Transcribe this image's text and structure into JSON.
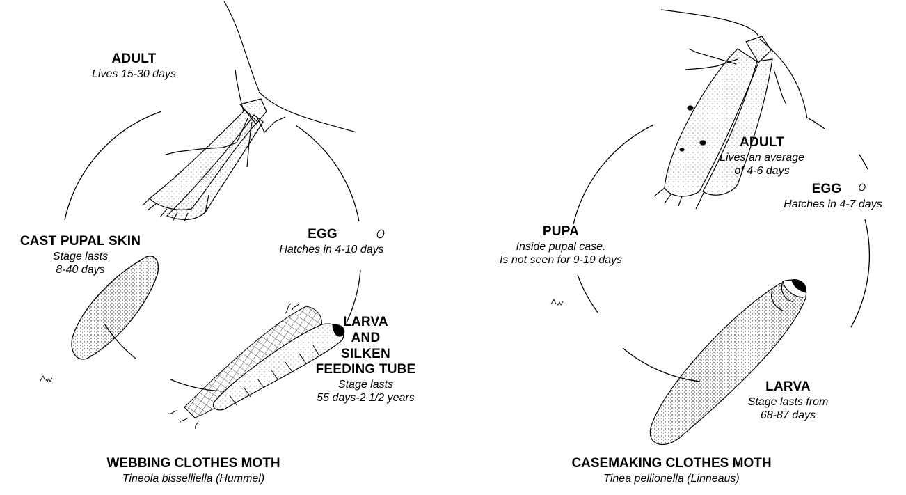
{
  "webbing": {
    "adult": {
      "title": "ADULT",
      "sub": "Lives 15-30 days"
    },
    "egg": {
      "title": "EGG",
      "sub": "Hatches in 4-10 days"
    },
    "larva": {
      "title1": "LARVA",
      "title2": "AND",
      "title3": "SILKEN",
      "title4": "FEEDING TUBE",
      "sub1": "Stage lasts",
      "sub2": "55 days-2 1/2 years"
    },
    "pupa": {
      "title": "CAST PUPAL SKIN",
      "sub1": "Stage lasts",
      "sub2": "8-40 days"
    },
    "name": "WEBBING CLOTHES MOTH",
    "latin": "Tineola bisselliella (Hummel)"
  },
  "casemaking": {
    "adult": {
      "title": "ADULT",
      "sub1": "Lives an average",
      "sub2": "of 4-6 days"
    },
    "egg": {
      "title": "EGG",
      "sub": "Hatches in 4-7 days"
    },
    "pupa": {
      "title": "PUPA",
      "sub1": "Inside pupal case.",
      "sub2": "Is not seen for 9-19 days"
    },
    "larva": {
      "title": "LARVA",
      "sub1": "Stage lasts from",
      "sub2": "68-87 days"
    },
    "name": "CASEMAKING CLOTHES MOTH",
    "latin": "Tinea pellionella (Linneaus)"
  },
  "signature": "AW"
}
